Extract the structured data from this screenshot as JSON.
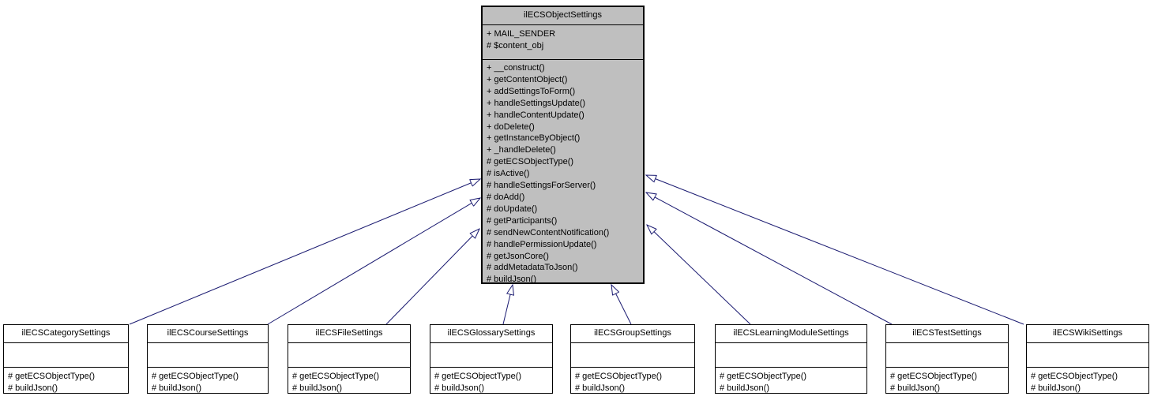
{
  "diagram": {
    "kind": "uml-class-inheritance",
    "arrow_color": "#191970",
    "parent_fill": "#bfbfbf",
    "child_fill": "#ffffff",
    "parent": {
      "name": "ilECSObjectSettings",
      "attributes": [
        "+ MAIL_SENDER",
        "# $content_obj"
      ],
      "methods": [
        "+ __construct()",
        "+ getContentObject()",
        "+ addSettingsToForm()",
        "+ handleSettingsUpdate()",
        "+ handleContentUpdate()",
        "+ doDelete()",
        "+ getInstanceByObject()",
        "+ _handleDelete()",
        "# getECSObjectType()",
        "# isActive()",
        "# handleSettingsForServer()",
        "# doAdd()",
        "# doUpdate()",
        "# getParticipants()",
        "# sendNewContentNotification()",
        "# handlePermissionUpdate()",
        "# getJsonCore()",
        "# addMetadataToJson()",
        "# buildJson()"
      ]
    },
    "children": [
      {
        "name": "ilECSCategorySettings",
        "attributes": [],
        "methods": [
          "# getECSObjectType()",
          "# buildJson()"
        ]
      },
      {
        "name": "ilECSCourseSettings",
        "attributes": [],
        "methods": [
          "# getECSObjectType()",
          "# buildJson()"
        ]
      },
      {
        "name": "ilECSFileSettings",
        "attributes": [],
        "methods": [
          "# getECSObjectType()",
          "# buildJson()"
        ]
      },
      {
        "name": "ilECSGlossarySettings",
        "attributes": [],
        "methods": [
          "# getECSObjectType()",
          "# buildJson()"
        ]
      },
      {
        "name": "ilECSGroupSettings",
        "attributes": [],
        "methods": [
          "# getECSObjectType()",
          "# buildJson()"
        ]
      },
      {
        "name": "ilECSLearningModuleSettings",
        "attributes": [],
        "methods": [
          "# getECSObjectType()",
          "# buildJson()"
        ]
      },
      {
        "name": "ilECSTestSettings",
        "attributes": [],
        "methods": [
          "# getECSObjectType()",
          "# buildJson()"
        ]
      },
      {
        "name": "ilECSWikiSettings",
        "attributes": [],
        "methods": [
          "# getECSObjectType()",
          "# buildJson()"
        ]
      }
    ]
  }
}
